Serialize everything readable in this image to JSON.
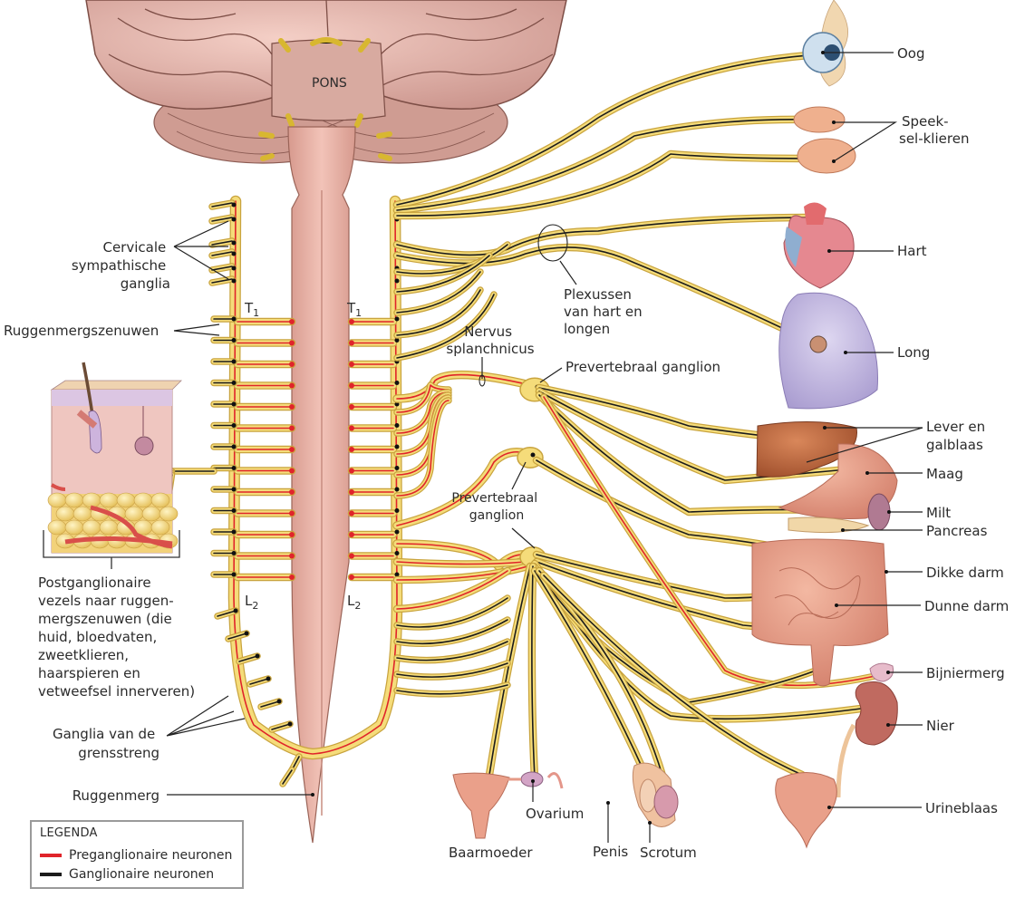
{
  "diagram": {
    "title": "Sympathisch zenuwstelsel",
    "colors": {
      "preganglionic": "#e0242a",
      "ganglionic": "#1b1b1b",
      "nerve_sheath": "#f5dc7a",
      "nerve_outline": "#c9a43e",
      "brain": "#e6b6ac",
      "spinal_cord": "#e8b0a3"
    },
    "brain": {
      "pons_label": "PONS"
    },
    "spinal_levels": {
      "left_t": "T",
      "left_t_sub": "1",
      "right_t": "T",
      "right_t_sub": "1",
      "left_l": "L",
      "left_l_sub": "2",
      "right_l": "L",
      "right_l_sub": "2"
    },
    "left_labels": {
      "cervicale": [
        "Cervicale",
        "sympathische",
        "ganglia"
      ],
      "ruggenmergszenuwen": "Ruggenmergszenuwen",
      "postganglionaire": [
        "Postganglionaire",
        "vezels naar ruggen-",
        "mergszenuwen (die",
        "huid, bloedvaten,",
        "zweetklieren,",
        "haarspieren en",
        "vetweefsel innerveren)"
      ],
      "grensstreng": [
        "Ganglia van de",
        "grensstreng"
      ],
      "ruggenmerg": "Ruggenmerg"
    },
    "center_labels": {
      "plexussen": [
        "Plexussen",
        "van hart en",
        "longen"
      ],
      "nervus": [
        "Nervus",
        "splanchnicus"
      ],
      "prevertebraal_top": "Prevertebraal ganglion",
      "prevertebraal_mid": [
        "Prevertebraal",
        "ganglion"
      ]
    },
    "organs": [
      {
        "id": "oog",
        "label": "Oog"
      },
      {
        "id": "speekselklieren",
        "label_lines": [
          "Speek-",
          "sel-klieren"
        ]
      },
      {
        "id": "hart",
        "label": "Hart"
      },
      {
        "id": "long",
        "label": "Long"
      },
      {
        "id": "lever",
        "label_lines": [
          "Lever en",
          "galblaas"
        ]
      },
      {
        "id": "maag",
        "label": "Maag"
      },
      {
        "id": "milt",
        "label": "Milt"
      },
      {
        "id": "pancreas",
        "label": "Pancreas"
      },
      {
        "id": "dikke-darm",
        "label": "Dikke darm"
      },
      {
        "id": "dunne-darm",
        "label": "Dunne darm"
      },
      {
        "id": "bijniermerg",
        "label": "Bijniermerg"
      },
      {
        "id": "nier",
        "label": "Nier"
      },
      {
        "id": "urineblaas",
        "label": "Urineblaas"
      },
      {
        "id": "baarmoeder",
        "label": "Baarmoeder"
      },
      {
        "id": "ovarium",
        "label": "Ovarium"
      },
      {
        "id": "penis",
        "label": "Penis"
      },
      {
        "id": "scrotum",
        "label": "Scrotum"
      }
    ],
    "legend": {
      "title": "LEGENDA",
      "items": [
        {
          "label": "Preganglionaire neuronen",
          "color": "#e0242a"
        },
        {
          "label": "Ganglionaire neuronen",
          "color": "#1b1b1b"
        }
      ]
    }
  }
}
